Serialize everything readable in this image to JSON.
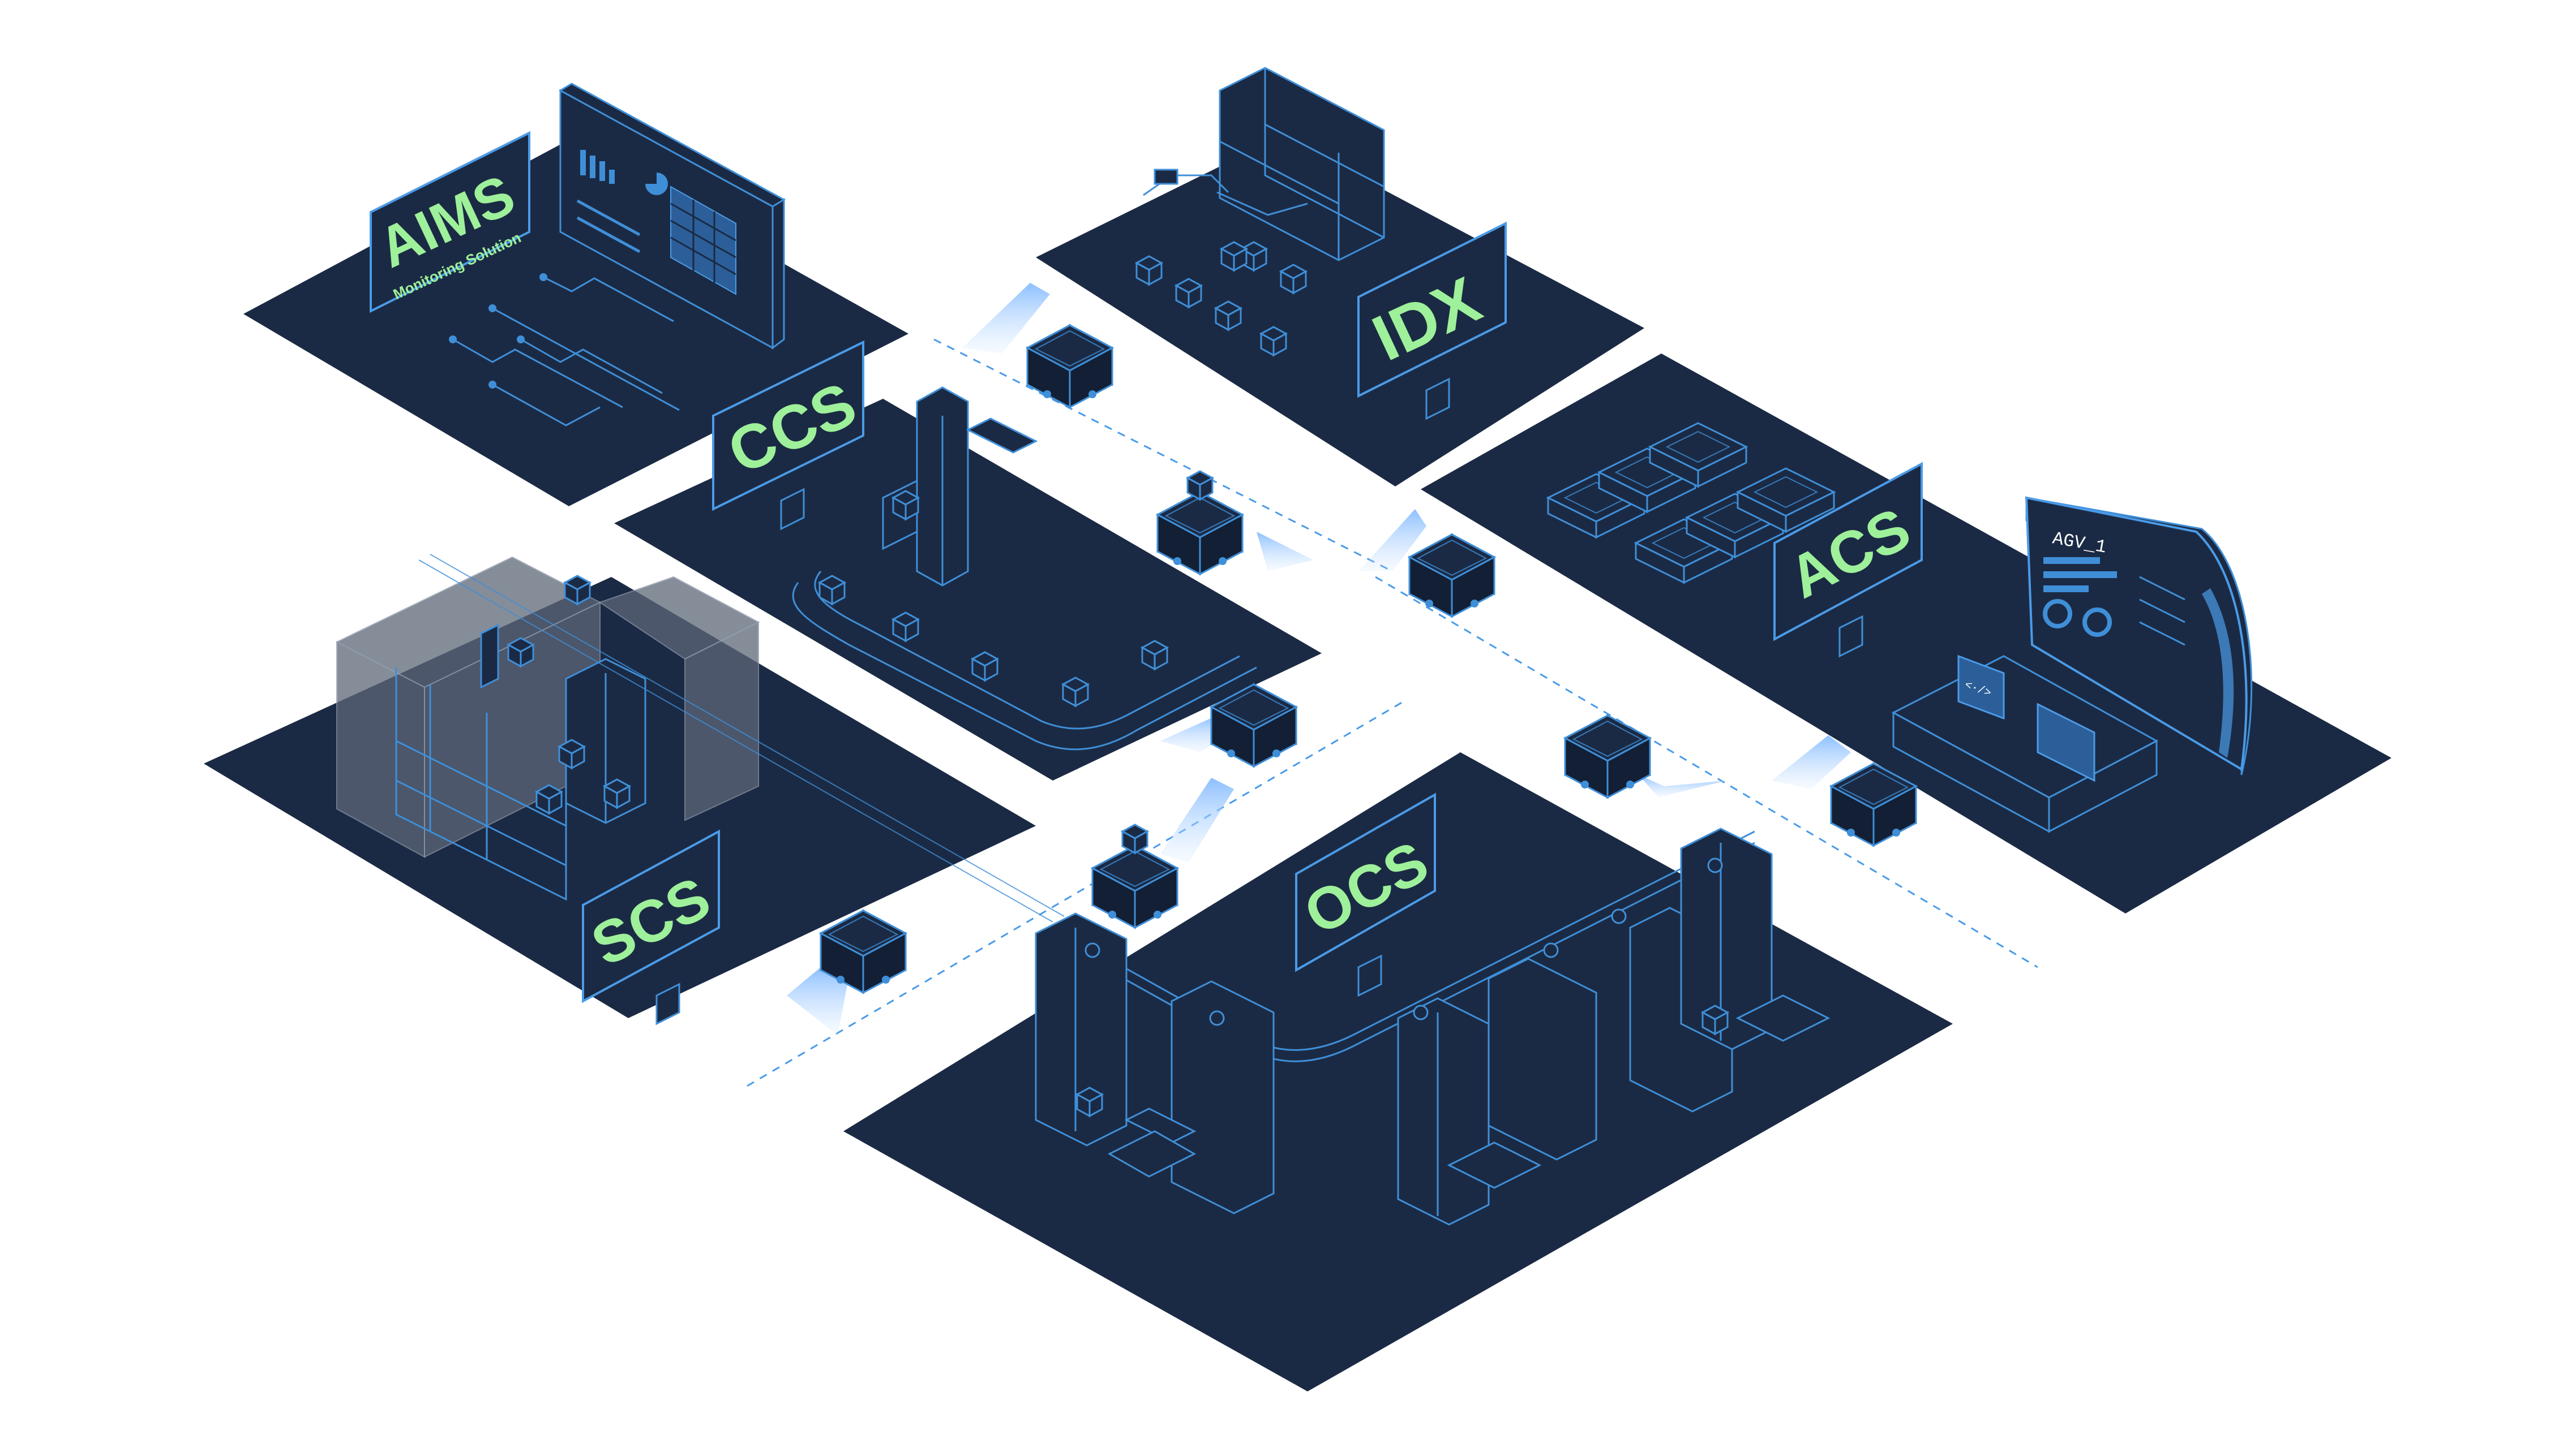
{
  "modules": {
    "aims": {
      "label": "AIMS",
      "sublabel": "Monitoring Solution"
    },
    "ccs": {
      "label": "CCS"
    },
    "idx": {
      "label": "IDX"
    },
    "acs": {
      "label": "ACS"
    },
    "scs": {
      "label": "SCS"
    },
    "ocs": {
      "label": "OCS"
    }
  },
  "acs_display": {
    "title": "AGV_1",
    "monitor_glyph": "<·/>"
  },
  "colors": {
    "platform": "#1b2a44",
    "outline": "#3f8fd8",
    "label_text": "#9ef09a",
    "beam": "#7fb8ff",
    "glass": "#5d6778"
  }
}
